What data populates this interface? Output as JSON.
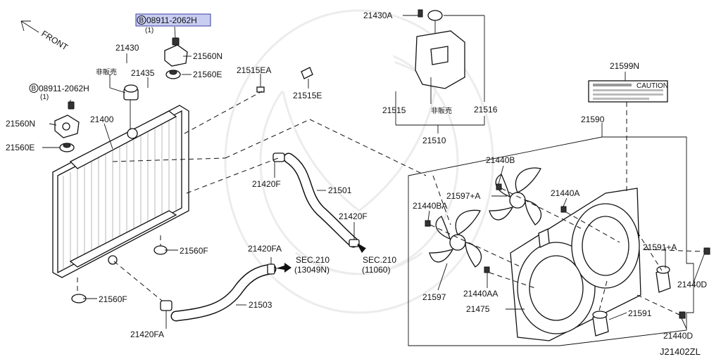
{
  "diagram_id": "J21402ZL",
  "direction_label": "FRONT",
  "highlight_color": "#c8cdf2",
  "callouts": {
    "bolt_top": {
      "code": "08911-2062H",
      "qty": "(1)",
      "prefix": "B"
    },
    "bolt_left": {
      "code": "08911-2062H",
      "qty": "(1)",
      "prefix": "B"
    },
    "p21430": "21430",
    "not_sold_1": "非販売",
    "p21435": "21435",
    "p21560N_top": "21560N",
    "p21560E_top": "21560E",
    "p21560N_left": "21560N",
    "p21560E_left": "21560E",
    "p21400": "21400",
    "p21515EA": "21515EA",
    "p21515E": "21515E",
    "p21430A": "21430A",
    "p21515": "21515",
    "not_sold_2": "非販売",
    "p21516": "21516",
    "p21510": "21510",
    "p21599N": "21599N",
    "p21590": "21590",
    "p21420F_a": "21420F",
    "p21501": "21501",
    "p21420F_b": "21420F",
    "sec_right": {
      "sec": "SEC.210",
      "ref": "(11060)"
    },
    "p21420FA_a": "21420FA",
    "sec_left": {
      "sec": "SEC.210",
      "ref": "(13049N)"
    },
    "p21560F_a": "21560F",
    "p21560F_b": "21560F",
    "p21503": "21503",
    "p21420FA_b": "21420FA",
    "p21440B": "21440B",
    "p21597A": "21597+A",
    "p21440BA": "21440BA",
    "p21440A": "21440A",
    "p21591A": "21591+A",
    "p21597": "21597",
    "p21440AA": "21440AA",
    "p21475": "21475",
    "p21591": "21591",
    "p21440D_a": "21440D",
    "p21440D_b": "21440D"
  },
  "caution_label": {
    "title": "CAUTION"
  }
}
